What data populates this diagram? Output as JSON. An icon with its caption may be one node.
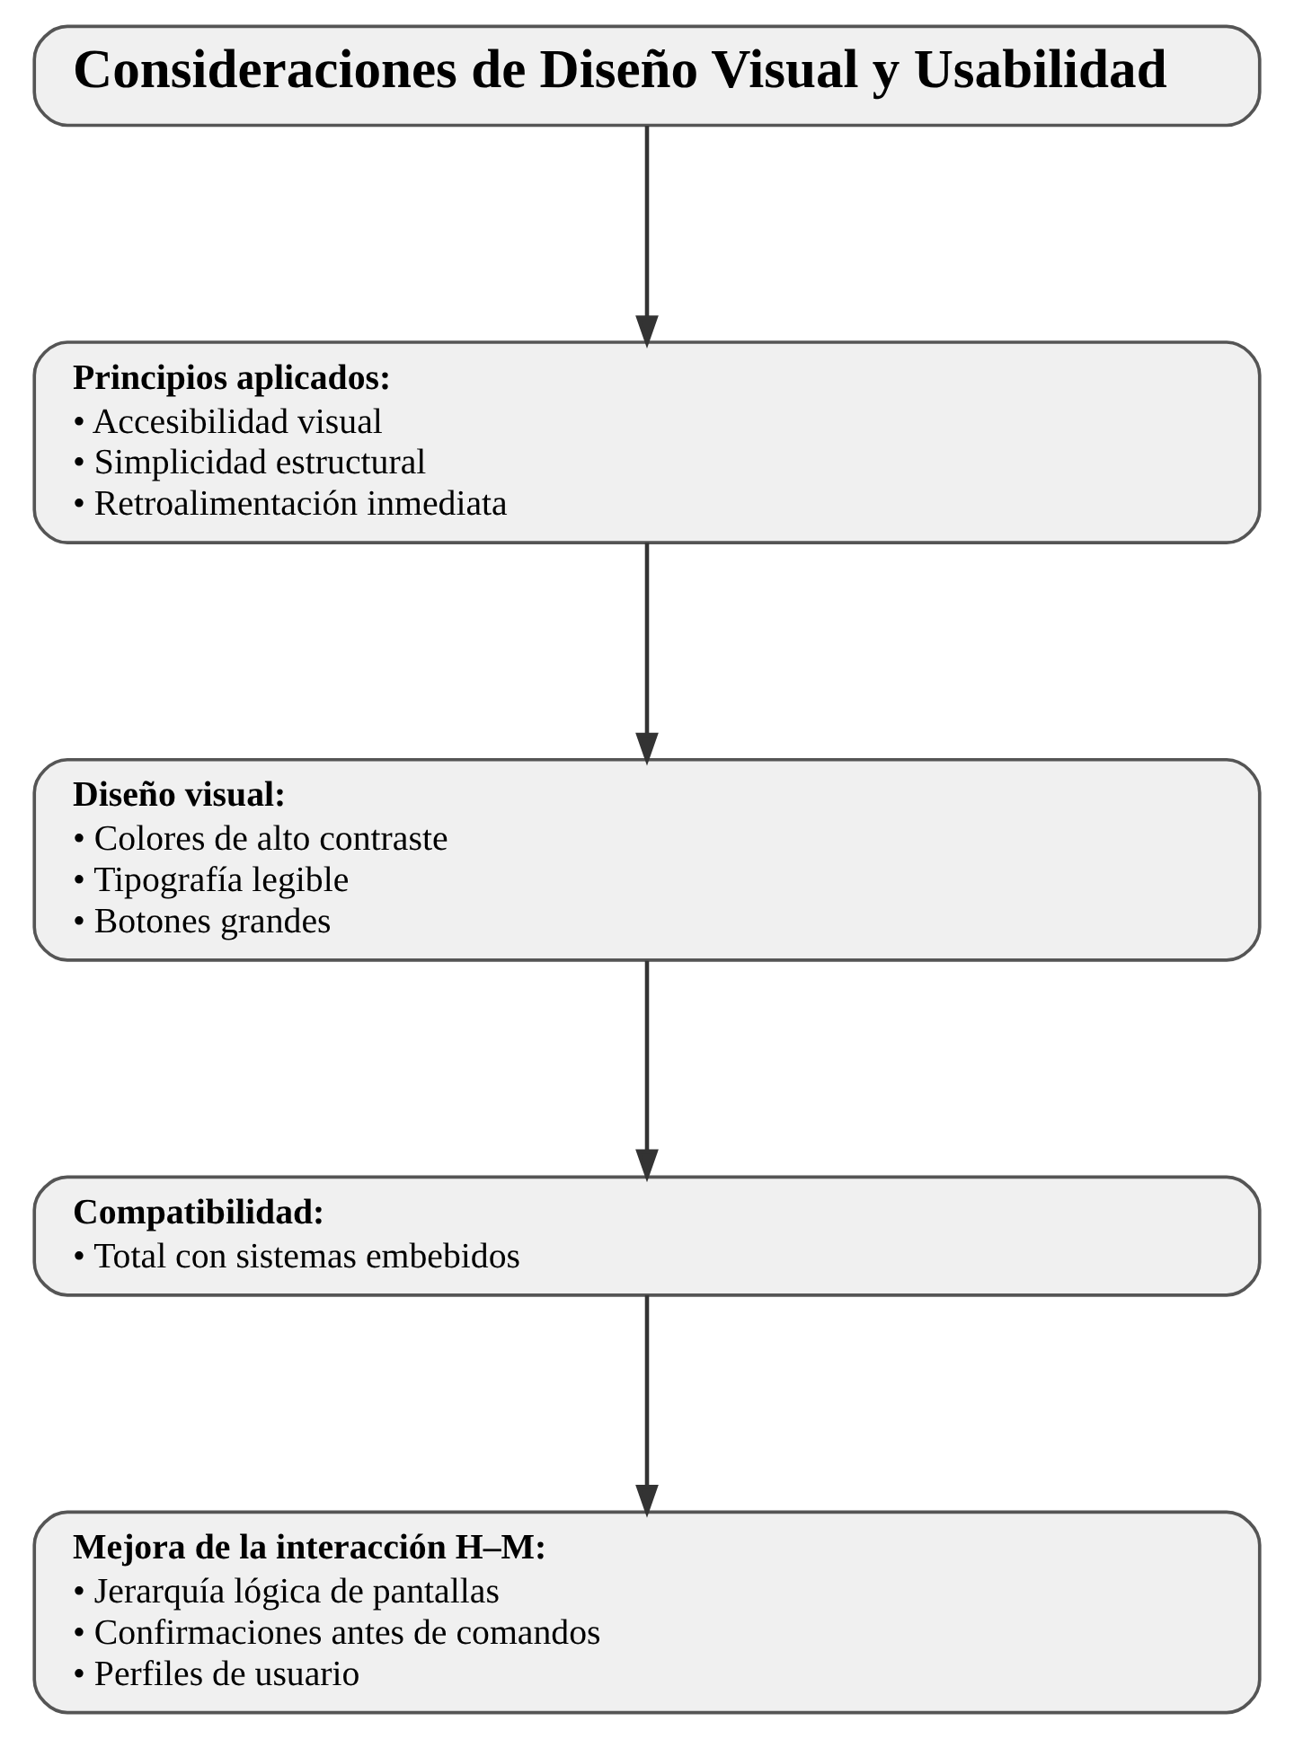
{
  "diagram": {
    "nodes": [
      {
        "text": [
          "Consideraciones de Diseño Visual y Usabilidad"
        ]
      },
      {
        "text": [
          "Principios aplicados:",
          "• Accesibilidad visual",
          "• Simplicidad estructural",
          "• Retroalimentación inmediata"
        ]
      },
      {
        "text": [
          "Diseño visual:",
          "• Colores de alto contraste",
          "• Tipografía legible",
          "• Botones grandes"
        ]
      },
      {
        "text": [
          "Compatibilidad:",
          "• Total con sistemas embebidos"
        ]
      },
      {
        "text": [
          "Mejora de la interacción H–M:",
          "• Jerarquía lógica de pantallas",
          "• Confirmaciones antes de comandos",
          "• Perfiles de usuario"
        ]
      }
    ],
    "edges": [
      {
        "from": 0,
        "to": 1,
        "arrow": "to"
      },
      {
        "from": 1,
        "to": 2,
        "arrow": "to"
      },
      {
        "from": 2,
        "to": 3,
        "arrow": "to"
      },
      {
        "from": 3,
        "to": 4,
        "arrow": "to"
      }
    ]
  }
}
